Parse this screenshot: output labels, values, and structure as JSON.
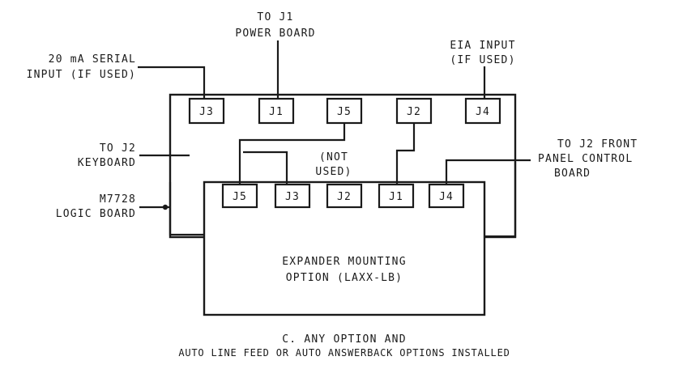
{
  "labels": {
    "to_j1_line1": "TO  J1",
    "to_j1_line2": "POWER BOARD",
    "serial_line1": "20 mA SERIAL",
    "serial_line2": "INPUT (IF USED)",
    "eia_line1": "EIA INPUT",
    "eia_line2": "(IF USED)",
    "to_j2_kbd_line1": "TO  J2",
    "to_j2_kbd_line2": "KEYBOARD",
    "logic_line1": "M7728",
    "logic_line2": "LOGIC BOARD",
    "front_line1": "TO  J2  FRONT",
    "front_line2": "PANEL CONTROL",
    "front_line3": "BOARD",
    "notused_line1": "(NOT",
    "notused_line2": "USED)",
    "expander_line1": "EXPANDER  MOUNTING",
    "expander_line2": "OPTION   (LAXX-LB)"
  },
  "logic_connectors": [
    "J3",
    "J1",
    "J5",
    "J2",
    "J4"
  ],
  "expander_connectors": [
    "J5",
    "J3",
    "J2",
    "J1",
    "J4"
  ],
  "caption": {
    "line1": "C.  ANY OPTION AND",
    "line2": "AUTO LINE FEED OR AUTO ANSWERBACK OPTIONS INSTALLED"
  }
}
